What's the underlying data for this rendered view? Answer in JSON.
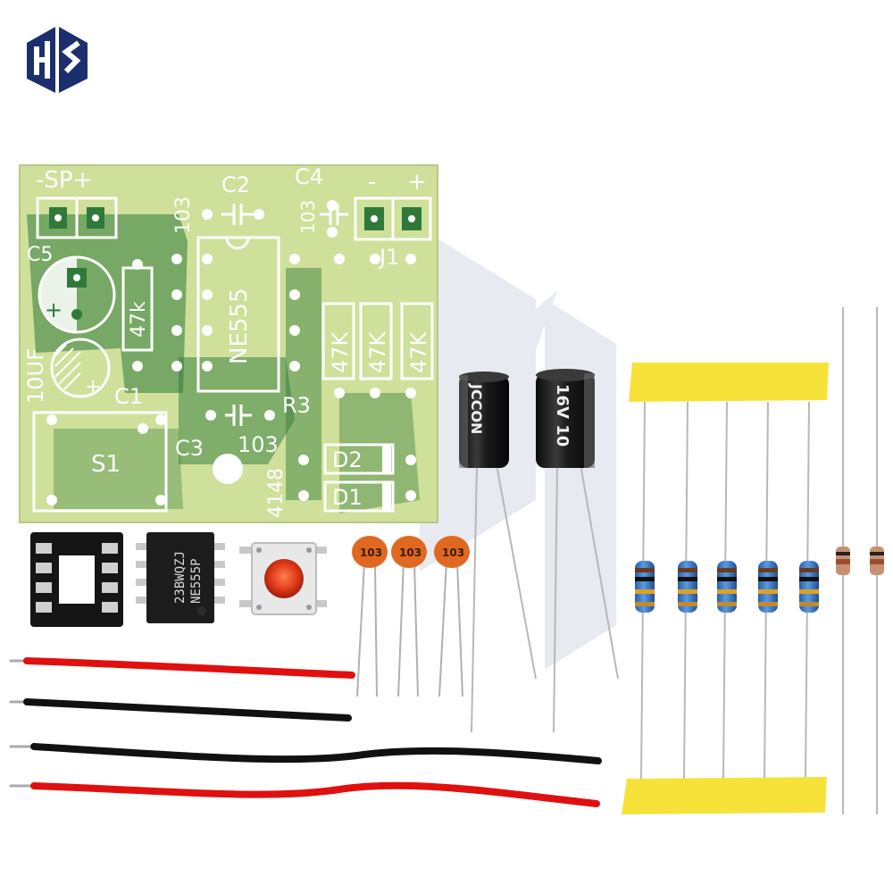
{
  "logo": {
    "text": "HS"
  },
  "pcb": {
    "labels": {
      "sp": "-SP+",
      "c2": "C2",
      "c4": "C4",
      "j1_minus": "-",
      "j1_plus": "+",
      "j1": "J1",
      "c5": "C5",
      "r_top": "103",
      "r_c4": "103",
      "r1": "47k",
      "ic": "NE555",
      "r2": "47K",
      "r3v": "47K",
      "r4": "47K",
      "cap_10uf": "10UF",
      "c1": "C1",
      "r3": "R3",
      "c3": "C3",
      "c3_val": "103",
      "s1": "S1",
      "d1": "D1",
      "d2": "D2",
      "diode_code": "4148"
    }
  },
  "chip": {
    "line1": "23BWQZJ",
    "line2": "NE555P"
  },
  "ceramic_caps": [
    "103",
    "103",
    "103"
  ],
  "electrolytic_caps": [
    {
      "text": "JCCON"
    },
    {
      "text": "16V 10"
    }
  ],
  "colors": {
    "pcb": "#cfe09a",
    "pcb_dark": "#2f7a3a",
    "silkscreen": "#ffffff",
    "resistor_body": "#3a78c8",
    "ceramic_cap": "#e06820",
    "tape": "#f7e23a",
    "wire_red": "#e01010",
    "wire_black": "#111111",
    "button": "#e04020"
  }
}
